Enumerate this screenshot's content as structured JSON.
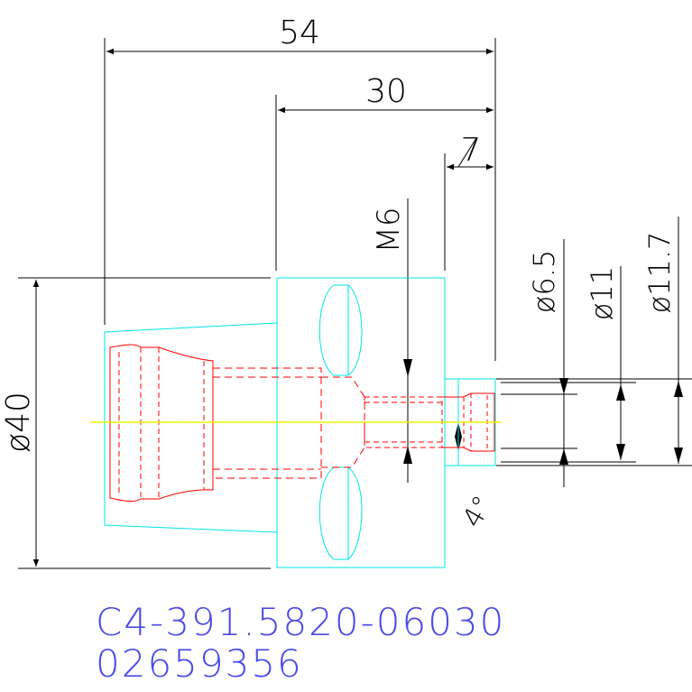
{
  "dimensions": {
    "overall_length": "54",
    "mid_length": "30",
    "tip_length": "7",
    "thread": "M6",
    "big_diameter": "ø40",
    "dia_small": "ø6.5",
    "dia_mid": "ø11",
    "dia_large": "ø11.7",
    "angle": "4°"
  },
  "part": {
    "code": "C4-391.5820-06030",
    "number": "02659356"
  },
  "colors": {
    "dimension": "#000000",
    "outline": "#00e5e5",
    "hidden": "#ff0000",
    "centerline": "#f0f000",
    "text": "#4a4ae8"
  }
}
